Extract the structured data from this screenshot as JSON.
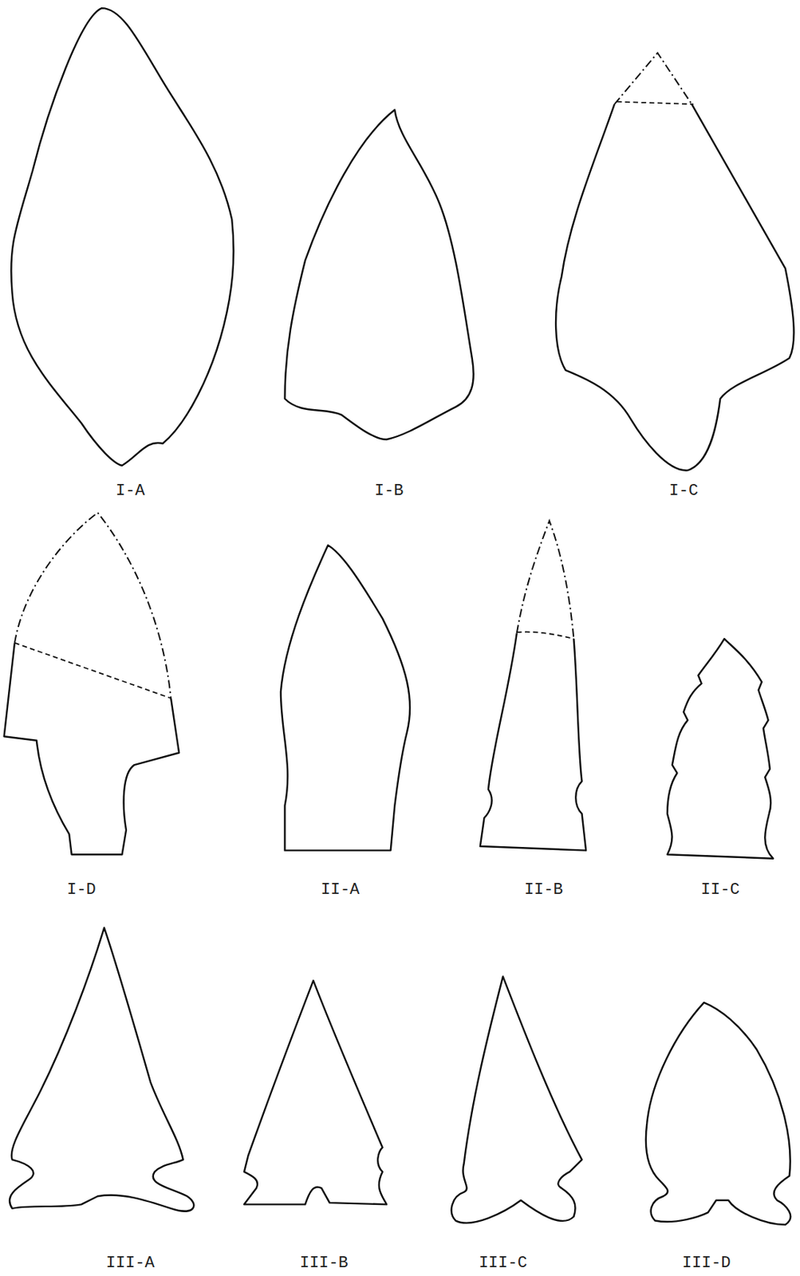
{
  "diagram": {
    "labels": [
      "I-A",
      "I-B",
      "I-C",
      "I-D",
      "II-A",
      "II-B",
      "II-C",
      "III-A",
      "III-B",
      "III-C",
      "III-D"
    ]
  }
}
